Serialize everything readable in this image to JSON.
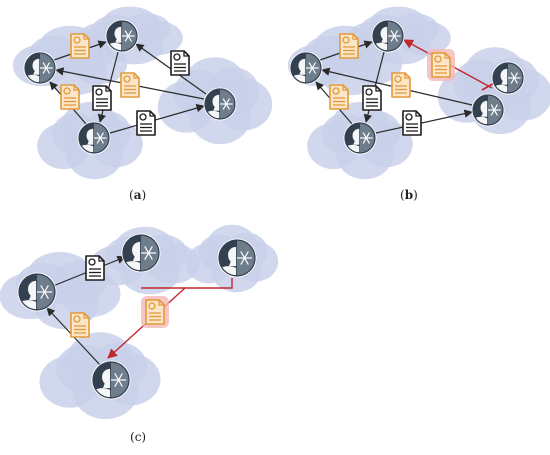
{
  "panels": [
    {
      "id": "a",
      "label_open": "(",
      "label_letter": "a",
      "label_close": ")",
      "bold": true
    },
    {
      "id": "b",
      "label_open": "(",
      "label_letter": "b",
      "label_close": ")",
      "bold": true
    },
    {
      "id": "c",
      "label_open": "(",
      "label_letter": "c",
      "label_close": ")",
      "bold": false
    }
  ],
  "colors": {
    "cloud": "#c9d1ea",
    "node_dark": "#33404f",
    "node_mid": "#6e7d8c",
    "arrow": "#2a2a2a",
    "blocked": "#c0282d",
    "doc_shared": "#e39a3a",
    "doc_shared_fill": "#fbe6c8",
    "doc_private": "#1e1e1e",
    "doc_private_fill": "#ffffff",
    "flag_glow": "#f4b6b6"
  },
  "icons": {
    "node": "person-half-silhouette-half-snowflake-icon",
    "shared_document": "orange-document-icon",
    "private_document": "black-document-icon",
    "block_connector": "red-blocked-edge"
  }
}
